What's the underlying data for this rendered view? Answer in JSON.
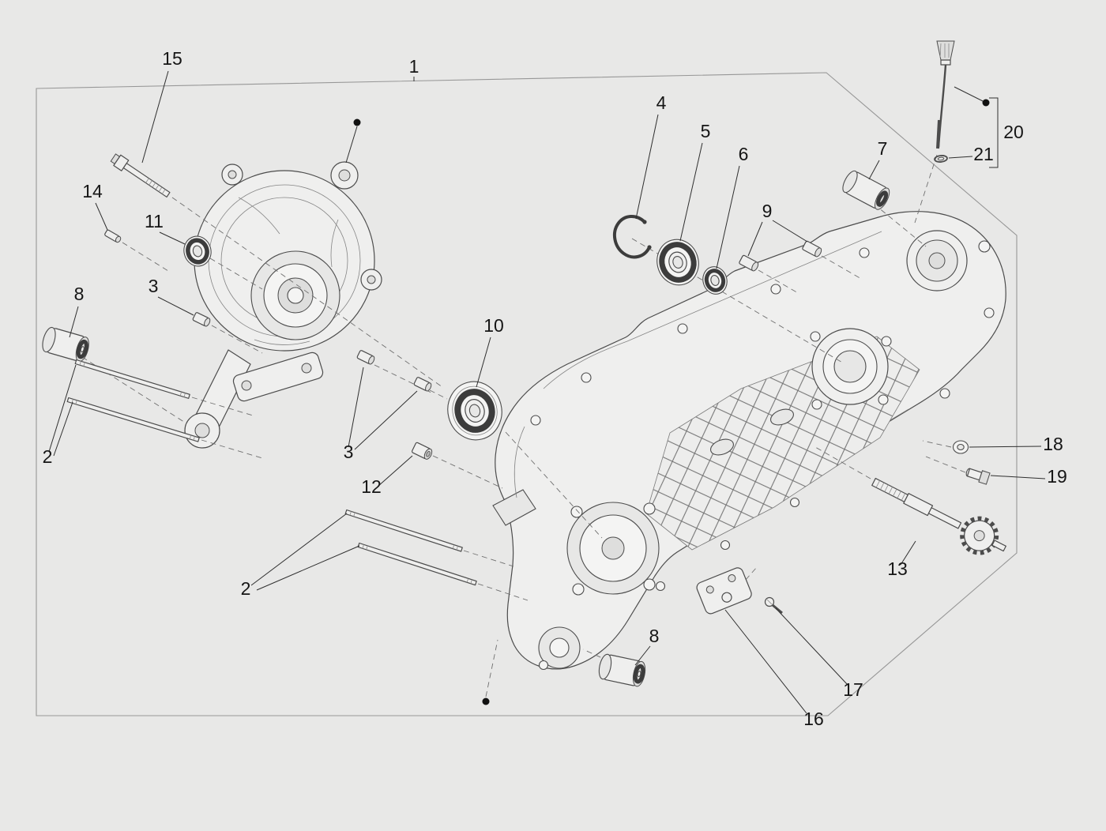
{
  "diagram": {
    "type": "exploded-parts-diagram",
    "colors": {
      "background": "#e8e8e7",
      "frame": "#979797",
      "line": "#4c4c4c",
      "dashed_line": "#6f6f6f",
      "label": "#151515",
      "dark_ring": "#3c3c3c"
    },
    "callouts": [
      {
        "label": "1"
      },
      {
        "label": "15"
      },
      {
        "label": "14"
      },
      {
        "label": "11"
      },
      {
        "label": "8"
      },
      {
        "label": "3"
      },
      {
        "label": "2"
      },
      {
        "label": "3"
      },
      {
        "label": "12"
      },
      {
        "label": "10"
      },
      {
        "label": "2"
      },
      {
        "label": "4"
      },
      {
        "label": "5"
      },
      {
        "label": "6"
      },
      {
        "label": "9"
      },
      {
        "label": "7"
      },
      {
        "label": "20"
      },
      {
        "label": "21"
      },
      {
        "label": "18"
      },
      {
        "label": "19"
      },
      {
        "label": "13"
      },
      {
        "label": "8"
      },
      {
        "label": "17"
      },
      {
        "label": "16"
      }
    ]
  }
}
